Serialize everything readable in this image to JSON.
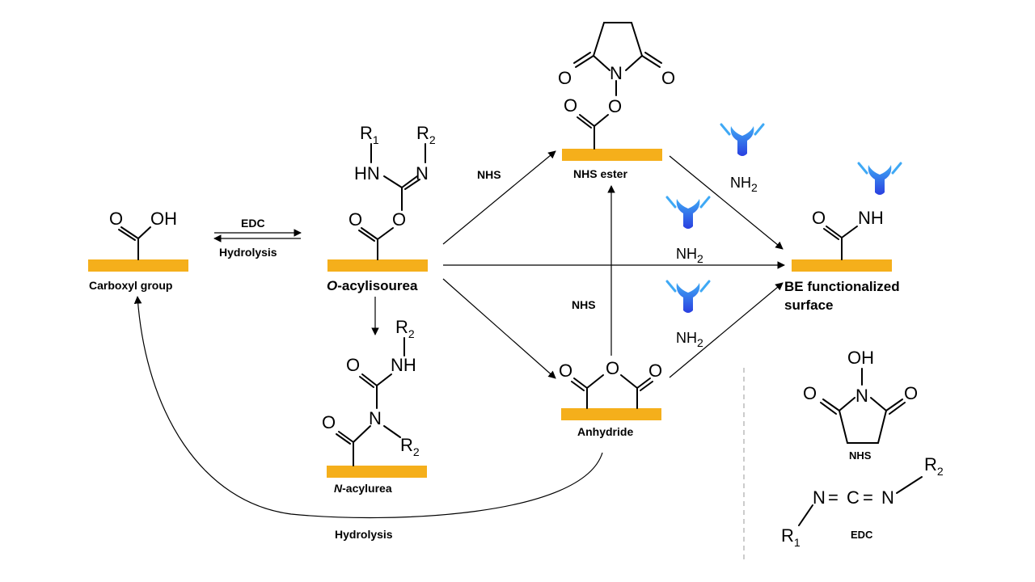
{
  "colors": {
    "surface": "#F5AF1B",
    "antibody_top": "#3FA9F5",
    "antibody_bottom": "#2A3FE0",
    "divider": "#BBBBBB"
  },
  "labels": {
    "carboxyl": "Carboxyl group",
    "acylisourea_italic": "O",
    "acylisourea_rest": "-acylisourea",
    "acylurea_italic": "N",
    "acylurea_rest": "-acylurea",
    "nhs_ester": "NHS ester",
    "anhydride": "Anhydride",
    "be_line1": "BE functionalized",
    "be_line2": "surface",
    "nhs_small": "NHS",
    "edc_small": "EDC"
  },
  "reagents": {
    "edc": "EDC",
    "hydrolysis": "Hydrolysis",
    "nhs": "NHS"
  },
  "atoms": {
    "O": "O",
    "OH": "OH",
    "N": "N",
    "NH": "NH",
    "HN": "HN",
    "NH2_main": "NH",
    "H2_sub": "2",
    "R": "R",
    "sub1": "1",
    "sub2": "2",
    "C": "C",
    "double_bond": "="
  }
}
